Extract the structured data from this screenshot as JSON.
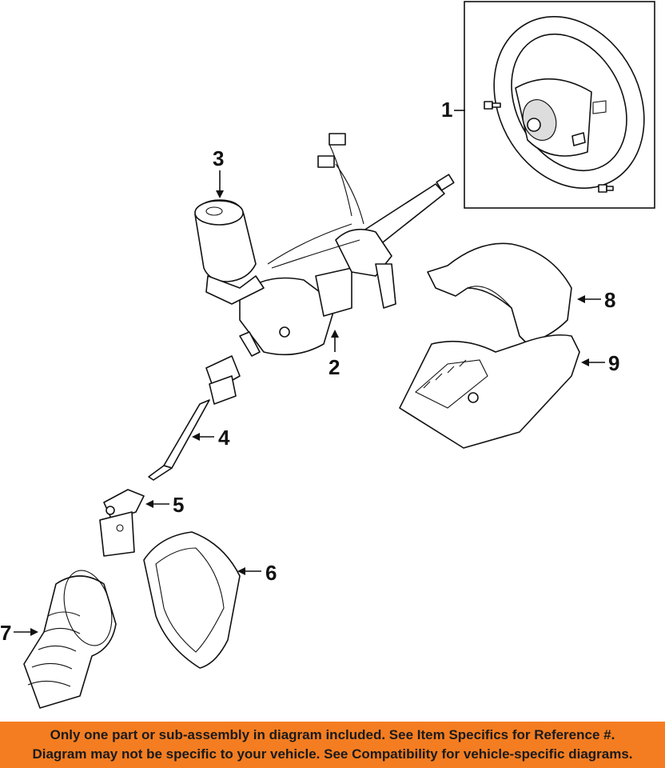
{
  "callouts": [
    "1",
    "2",
    "3",
    "4",
    "5",
    "6",
    "7",
    "8",
    "9"
  ],
  "banner": {
    "line1": "Only one part or sub-assembly in diagram included. See Item Specifics for Reference #.",
    "line2": "Diagram may not be specific to your vehicle. See Compatibility for vehicle-specific diagrams."
  }
}
